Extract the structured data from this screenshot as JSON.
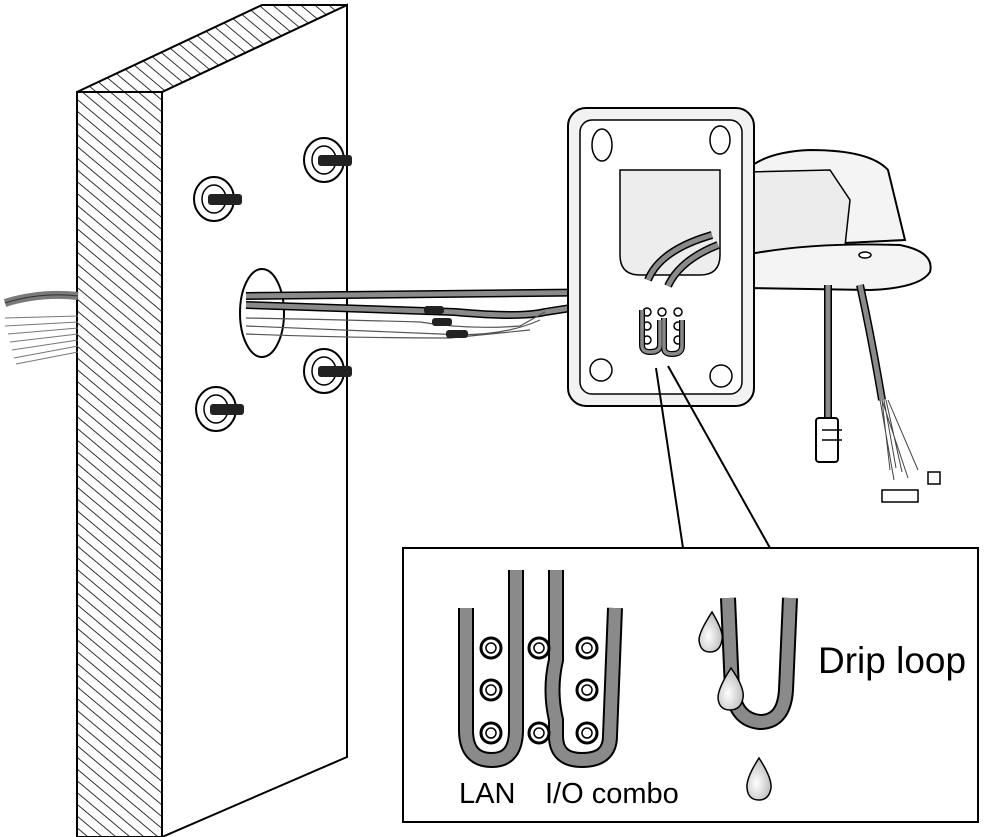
{
  "diagram": {
    "labels": {
      "drip_loop": "Drip loop",
      "lan": "LAN",
      "io_combo": "I/O combo"
    }
  },
  "colors": {
    "cable": "#7a7a7a",
    "cable_dark": "#444444",
    "outline": "#000000",
    "bracket_fill": "#f2f2f2",
    "background": "#ffffff"
  }
}
